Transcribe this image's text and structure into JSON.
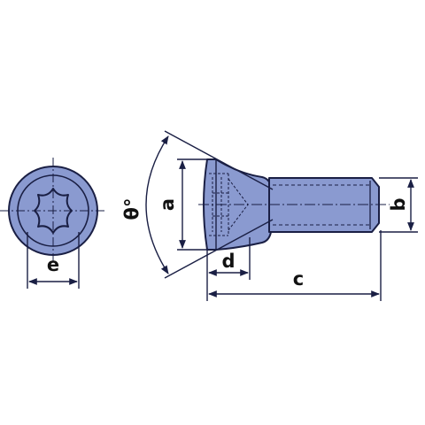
{
  "colors": {
    "background": "#ffffff",
    "part_fill": "#8a9ad0",
    "part_stroke": "#1a1f44",
    "dimension_line": "#1a1f44",
    "label": "#111111"
  },
  "labels": {
    "a": "a",
    "b": "b",
    "c": "c",
    "d": "d",
    "e": "e",
    "theta": "θ°"
  }
}
